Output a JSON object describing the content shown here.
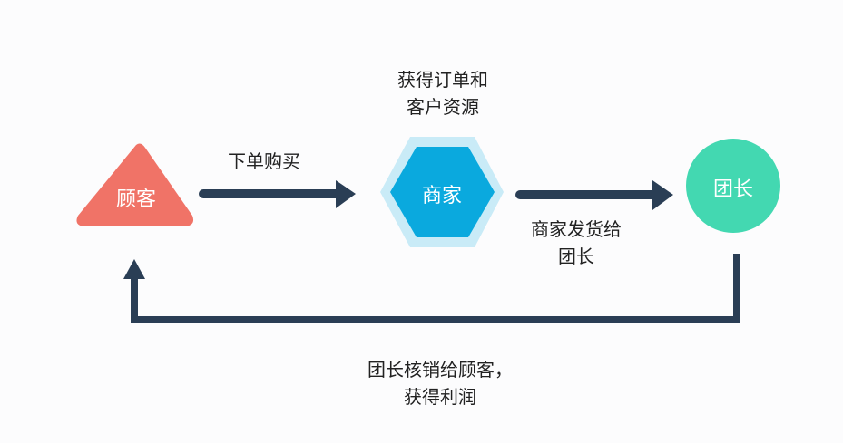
{
  "nodes": {
    "customer": {
      "label": "顾客",
      "color": "#f07367",
      "shape": "triangle"
    },
    "merchant": {
      "label": "商家",
      "color": "#0aa9de",
      "outline_color": "#c9ebf7",
      "shape": "hexagon"
    },
    "leader": {
      "label": "团长",
      "color": "#43d8b1",
      "shape": "circle"
    }
  },
  "edges": {
    "customer_to_merchant": {
      "label": "下单购买"
    },
    "merchant_note": {
      "line1": "获得订单和",
      "line2": "客户资源"
    },
    "merchant_to_leader": {
      "line1": "商家发货给",
      "line2": "团长"
    },
    "leader_to_customer": {
      "line1": "团长核销给顾客，",
      "line2": "获得利润"
    }
  },
  "arrow_color": "#2a3e55"
}
